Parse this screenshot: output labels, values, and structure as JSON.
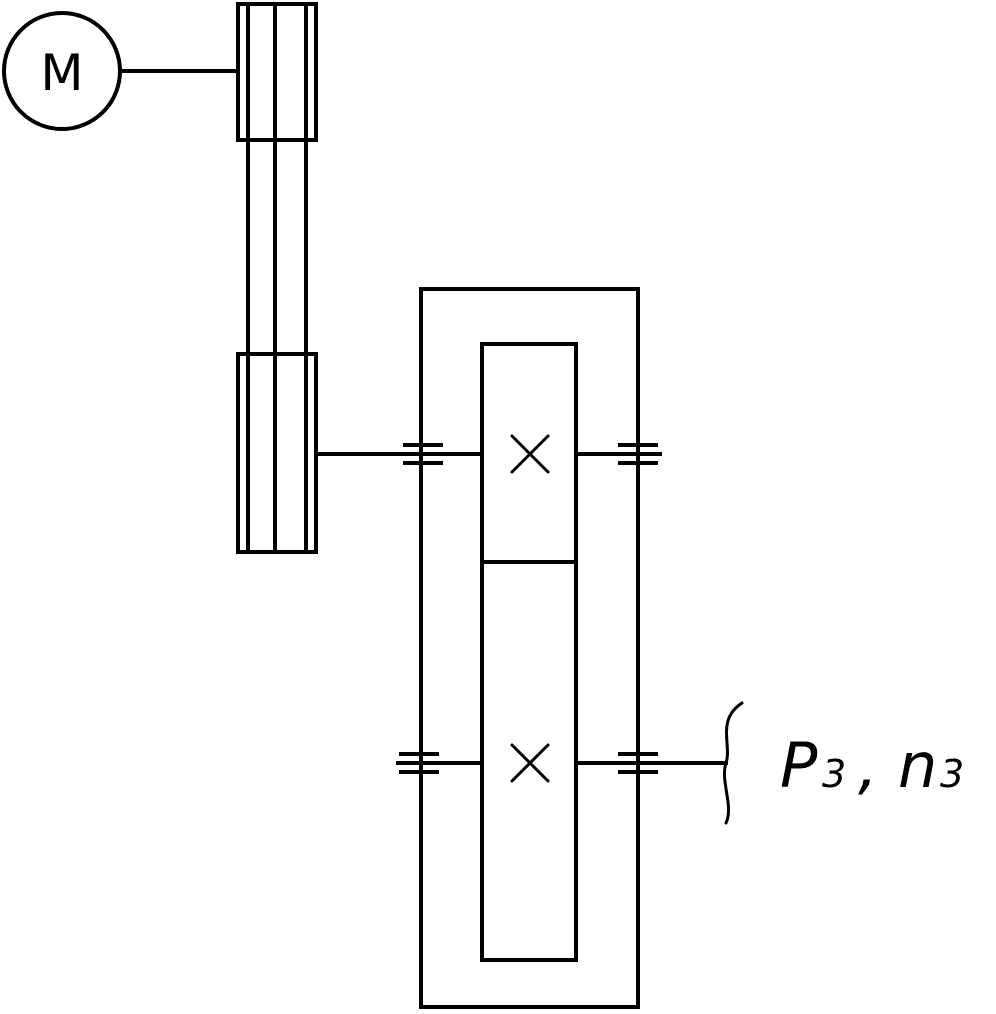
{
  "motor": {
    "label": "M"
  },
  "output": {
    "power_symbol": "P",
    "power_subscript": "3",
    "separator": ",",
    "speed_symbol": "n",
    "speed_subscript": "3"
  }
}
